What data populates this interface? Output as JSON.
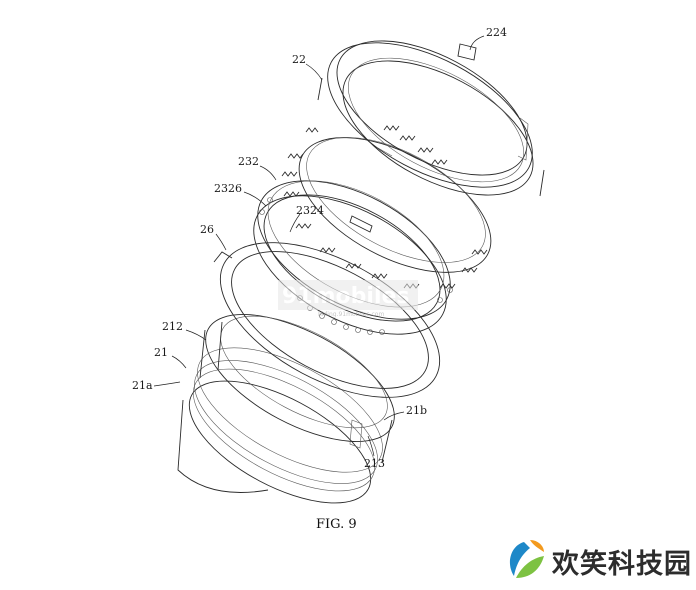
{
  "figure": {
    "caption": "FIG. 9",
    "labels": {
      "l224": "224",
      "l22": "22",
      "l232": "232",
      "l2326": "2326",
      "l2324": "2324",
      "l26": "26",
      "l212": "212",
      "l21": "21",
      "l21a": "21a",
      "l21b": "21b",
      "l213": "213"
    },
    "watermark": {
      "brand": "91mobiles",
      "sub": "hiding.91mobiles.com"
    }
  },
  "logo": {
    "text": "欢笑科技园",
    "colors": {
      "blue": "#1e88c8",
      "green": "#7dc242",
      "orange": "#f39a1e"
    }
  }
}
